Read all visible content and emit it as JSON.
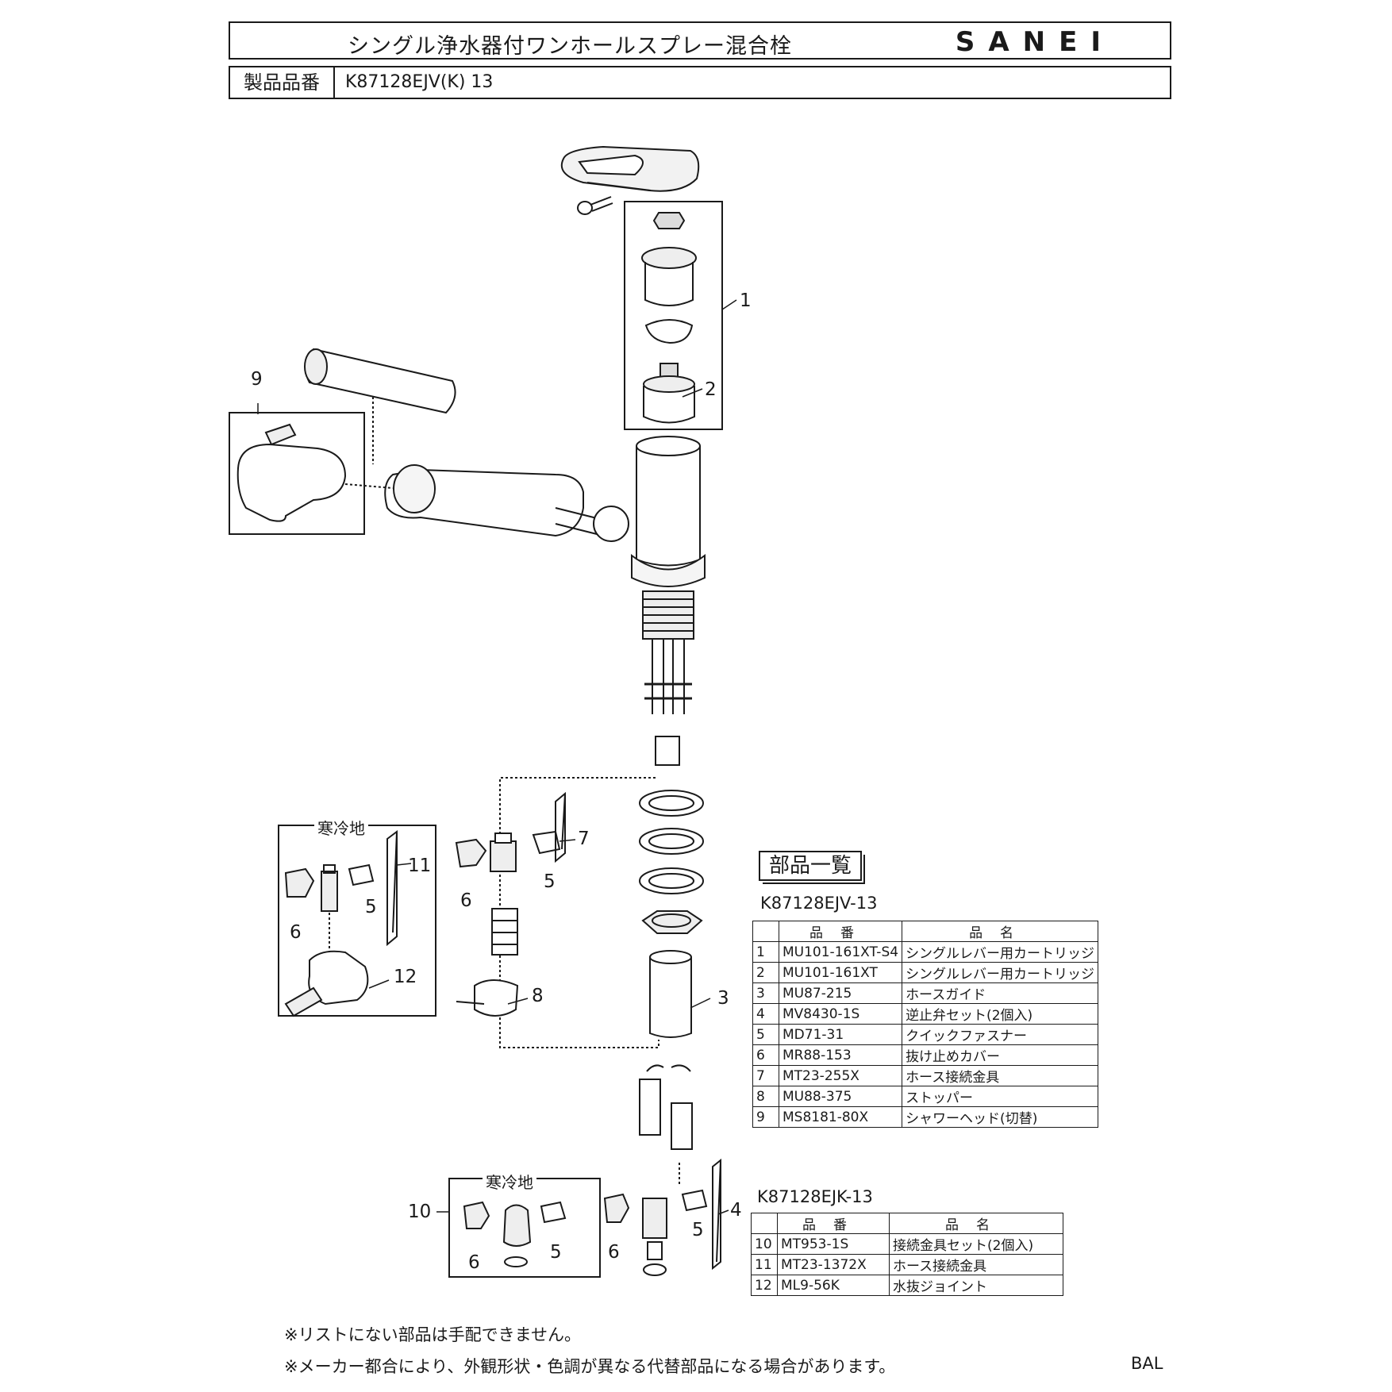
{
  "header": {
    "title": "シングル浄水器付ワンホールスプレー混合栓",
    "brand": "SANEI",
    "model_label": "製品品番",
    "model_value": "K87128EJV(K)  13"
  },
  "callouts": {
    "c1": "1",
    "c2": "2",
    "c3": "3",
    "c4": "4",
    "c5a": "5",
    "c5b": "5",
    "c5c": "5",
    "c5d": "5",
    "c6a": "6",
    "c6b": "6",
    "c6c": "6",
    "c6d": "6",
    "c7": "7",
    "c8": "8",
    "c9": "9",
    "c10": "10",
    "c11": "11",
    "c12": "12"
  },
  "regions": {
    "cold_area_top": "寒冷地",
    "cold_area_bottom": "寒冷地"
  },
  "parts_list": {
    "title": "部品一覧",
    "table1_model": "K87128EJV-13",
    "table2_model": "K87128EJK-13",
    "col_code": "品番",
    "col_name": "品名",
    "table1": [
      {
        "no": "1",
        "code": "MU101-161XT-S4",
        "name": "シングルレバー用カートリッジ"
      },
      {
        "no": "2",
        "code": "MU101-161XT",
        "name": "シングルレバー用カートリッジ"
      },
      {
        "no": "3",
        "code": "MU87-215",
        "name": "ホースガイド"
      },
      {
        "no": "4",
        "code": "MV8430-1S",
        "name": "逆止弁セット(2個入)"
      },
      {
        "no": "5",
        "code": "MD71-31",
        "name": "クイックファスナー"
      },
      {
        "no": "6",
        "code": "MR88-153",
        "name": "抜け止めカバー"
      },
      {
        "no": "7",
        "code": "MT23-255X",
        "name": "ホース接続金具"
      },
      {
        "no": "8",
        "code": "MU88-375",
        "name": "ストッパー"
      },
      {
        "no": "9",
        "code": "MS8181-80X",
        "name": "シャワーヘッド(切替)"
      }
    ],
    "table2": [
      {
        "no": "10",
        "code": "MT953-1S",
        "name": "接続金具セット(2個入)"
      },
      {
        "no": "11",
        "code": "MT23-1372X",
        "name": "ホース接続金具"
      },
      {
        "no": "12",
        "code": "ML9-56K",
        "name": "水抜ジョイント"
      }
    ]
  },
  "notes": {
    "note1": "※リストにない部品は手配できません。",
    "note2": "※メーカー都合により、外観形状・色調が異なる代替部品になる場合があります。"
  },
  "footer_code": "BAL"
}
